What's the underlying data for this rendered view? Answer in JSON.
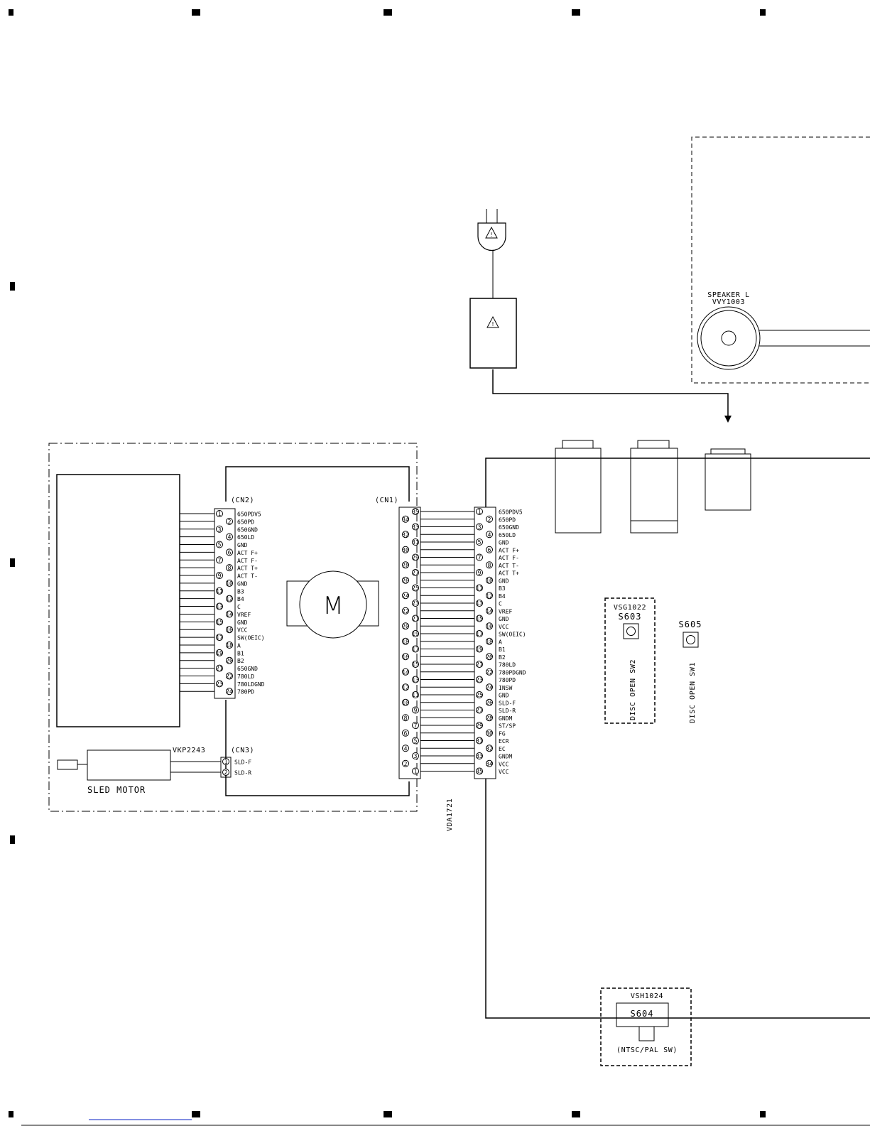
{
  "cn2": {
    "title": "(CN2)",
    "pins": [
      "650PDV5",
      "650PD",
      "650GND",
      "650LD",
      "GND",
      "ACT F+",
      "ACT F-",
      "ACT T+",
      "ACT T-",
      "GND",
      "B3",
      "B4",
      "C",
      "VREF",
      "GND",
      "VCC",
      "SW(OEIC)",
      "A",
      "B1",
      "B2",
      "650GND",
      "780LD",
      "780LDGND",
      "780PD"
    ]
  },
  "cn1": {
    "title": "(CN1)",
    "pins": [
      "650PDV5",
      "650PD",
      "650GND",
      "650LD",
      "GND",
      "ACT F+",
      "ACT F-",
      "ACT T-",
      "ACT T+",
      "GND",
      "B3",
      "B4",
      "C",
      "VREF",
      "GND",
      "VCC",
      "SW(OEIC)",
      "A",
      "B1",
      "B2",
      "780LD",
      "780PDGND",
      "780PD",
      "INSW",
      "GND",
      "SLD-F",
      "SLD-R",
      "GNDM",
      "ST/SP",
      "FG",
      "ECR",
      "EC",
      "GNDM",
      "VCC",
      "VCC"
    ]
  },
  "cn3": {
    "title": "(CN3)",
    "part": "VKP2243",
    "pins": [
      "SLD-F",
      "SLD-R"
    ]
  },
  "cable_part": "VDA1721",
  "spindle_motor_symbol": "M",
  "sled_motor_label": "SLED MOTOR",
  "speaker": {
    "label": "SPEAKER L",
    "part": "VVY1003"
  },
  "s603": {
    "part": "VSG1022",
    "ref": "S603",
    "label": "DISC OPEN SW2"
  },
  "s605": {
    "ref": "S605",
    "label": "DISC OPEN SW1"
  },
  "s604": {
    "part": "VSH1024",
    "ref": "S604",
    "label": "(NTSC/PAL SW)"
  },
  "warning_symbol": "!"
}
